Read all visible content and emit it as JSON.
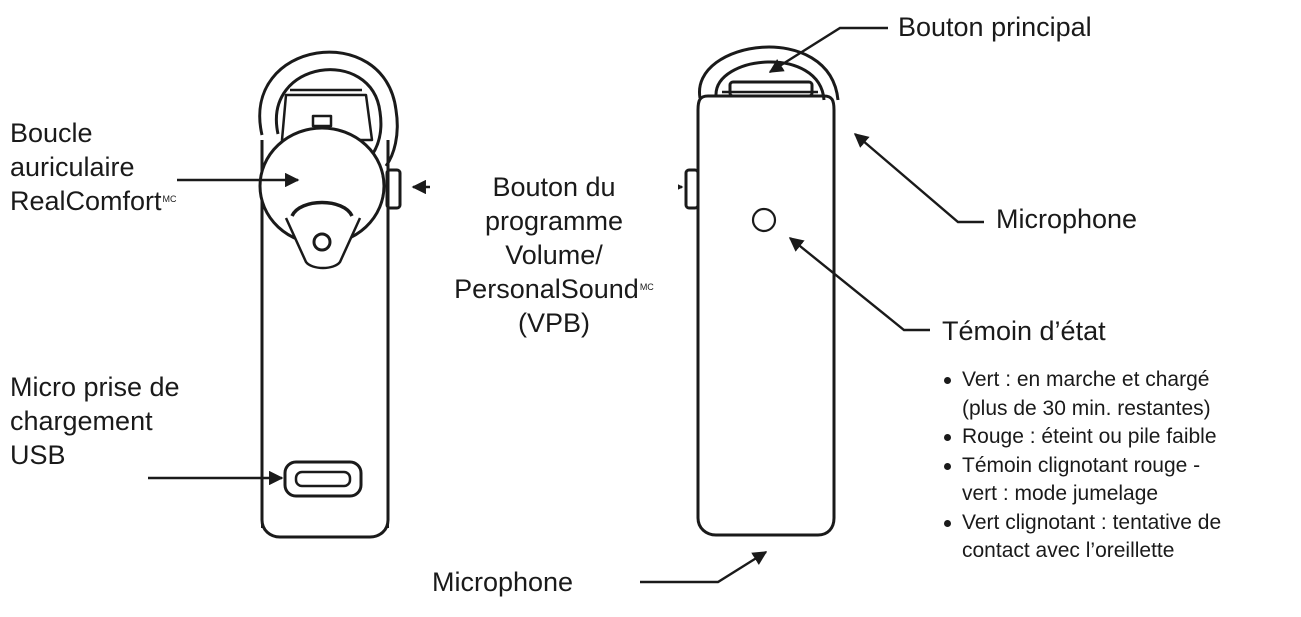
{
  "labels": {
    "ear_loop": [
      "Boucle",
      "auriculaire",
      "RealComfort"
    ],
    "ear_loop_mark": "MC",
    "usb_port": [
      "Micro prise de",
      "chargement",
      "USB"
    ],
    "vpb_button": [
      "Bouton du",
      "programme",
      "Volume/",
      "PersonalSound",
      "(VPB)"
    ],
    "vpb_mark": "MC",
    "main_button": "Bouton principal",
    "microphone_top": "Microphone",
    "microphone_bottom": "Microphone",
    "status_light": "Témoin d’état"
  },
  "status_items": [
    [
      "Vert : en marche et chargé",
      "(plus de 30 min. restantes)"
    ],
    [
      "Rouge : éteint ou pile faible"
    ],
    [
      "Témoin clignotant rouge -",
      "vert : mode jumelage"
    ],
    [
      "Vert clignotant : tentative de",
      "contact avec l’oreillette"
    ]
  ]
}
